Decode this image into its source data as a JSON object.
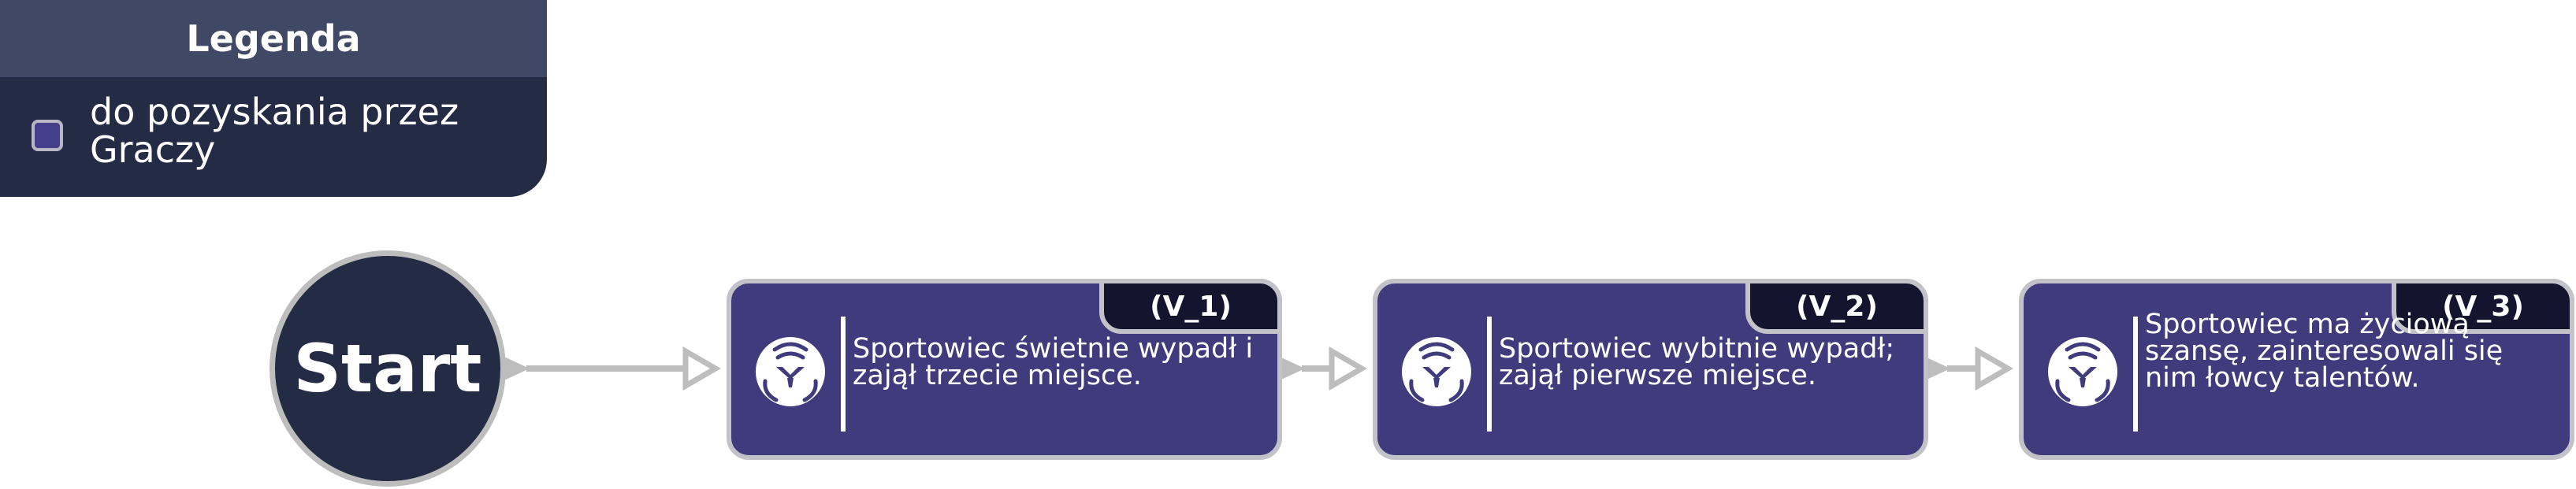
{
  "legend": {
    "title": "Legenda",
    "items": [
      {
        "label": "do pozyskania przez Graczy",
        "color": "#463f8c"
      }
    ]
  },
  "start": {
    "label": "Start"
  },
  "nodes": [
    {
      "tag": "(V_1)",
      "text": "Sportowiec świetnie wypadł i zajął trzecie miejsce."
    },
    {
      "tag": "(V_2)",
      "text": "Sportowiec wybitnie wypadł; zajął pierwsze miejsce."
    },
    {
      "tag": "(V_3)",
      "text": "Sportowiec ma życiową szansę, zainteresowali się nim łowcy talentów."
    }
  ],
  "colors": {
    "legend_header": "#3f4966",
    "legend_body": "#232b45",
    "start_fill": "#232b45",
    "node_fill": "#3f3b7c",
    "tag_fill": "#14142e",
    "border": "#c2c2c8",
    "connector": "#bdbdbd"
  }
}
